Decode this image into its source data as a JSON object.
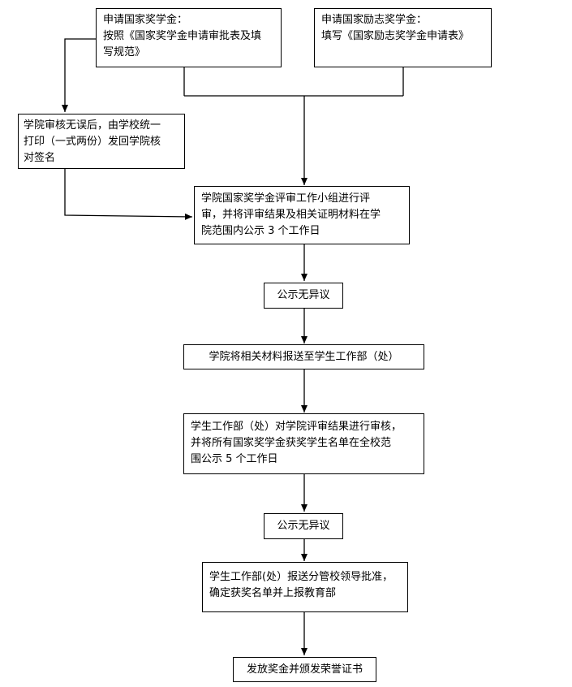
{
  "flowchart": {
    "national_apply": {
      "title": "申请国家奖学金：",
      "body": "按照《国家奖学金申请审批表及填\n写规范》"
    },
    "encourage_apply": {
      "title": "申请国家励志奖学金：",
      "body": "填写《国家励志奖学金申请表》"
    },
    "college_check": "学院审核无误后，由学校统一\n打印（一式两份）发回学院核\n对签名",
    "college_review": "学院国家奖学金评审工作小组进行评\n审，并将评审结果及相关证明材料在学\n院范围内公示 3 个工作日",
    "no_objection_1": "公示无异议",
    "submit_materials": "学院将相关材料报送至学生工作部（处）",
    "dept_review": "学生工作部（处）对学院评审结果进行审核，\n并将所有国家奖学金获奖学生名单在全校范\n围公示 5 个工作日",
    "no_objection_2": "公示无异议",
    "approval": "学生工作部(处）报送分管校领导批准，\n确定获奖名单并上报教育部",
    "issue": "发放奖金并颁发荣誉证书"
  }
}
